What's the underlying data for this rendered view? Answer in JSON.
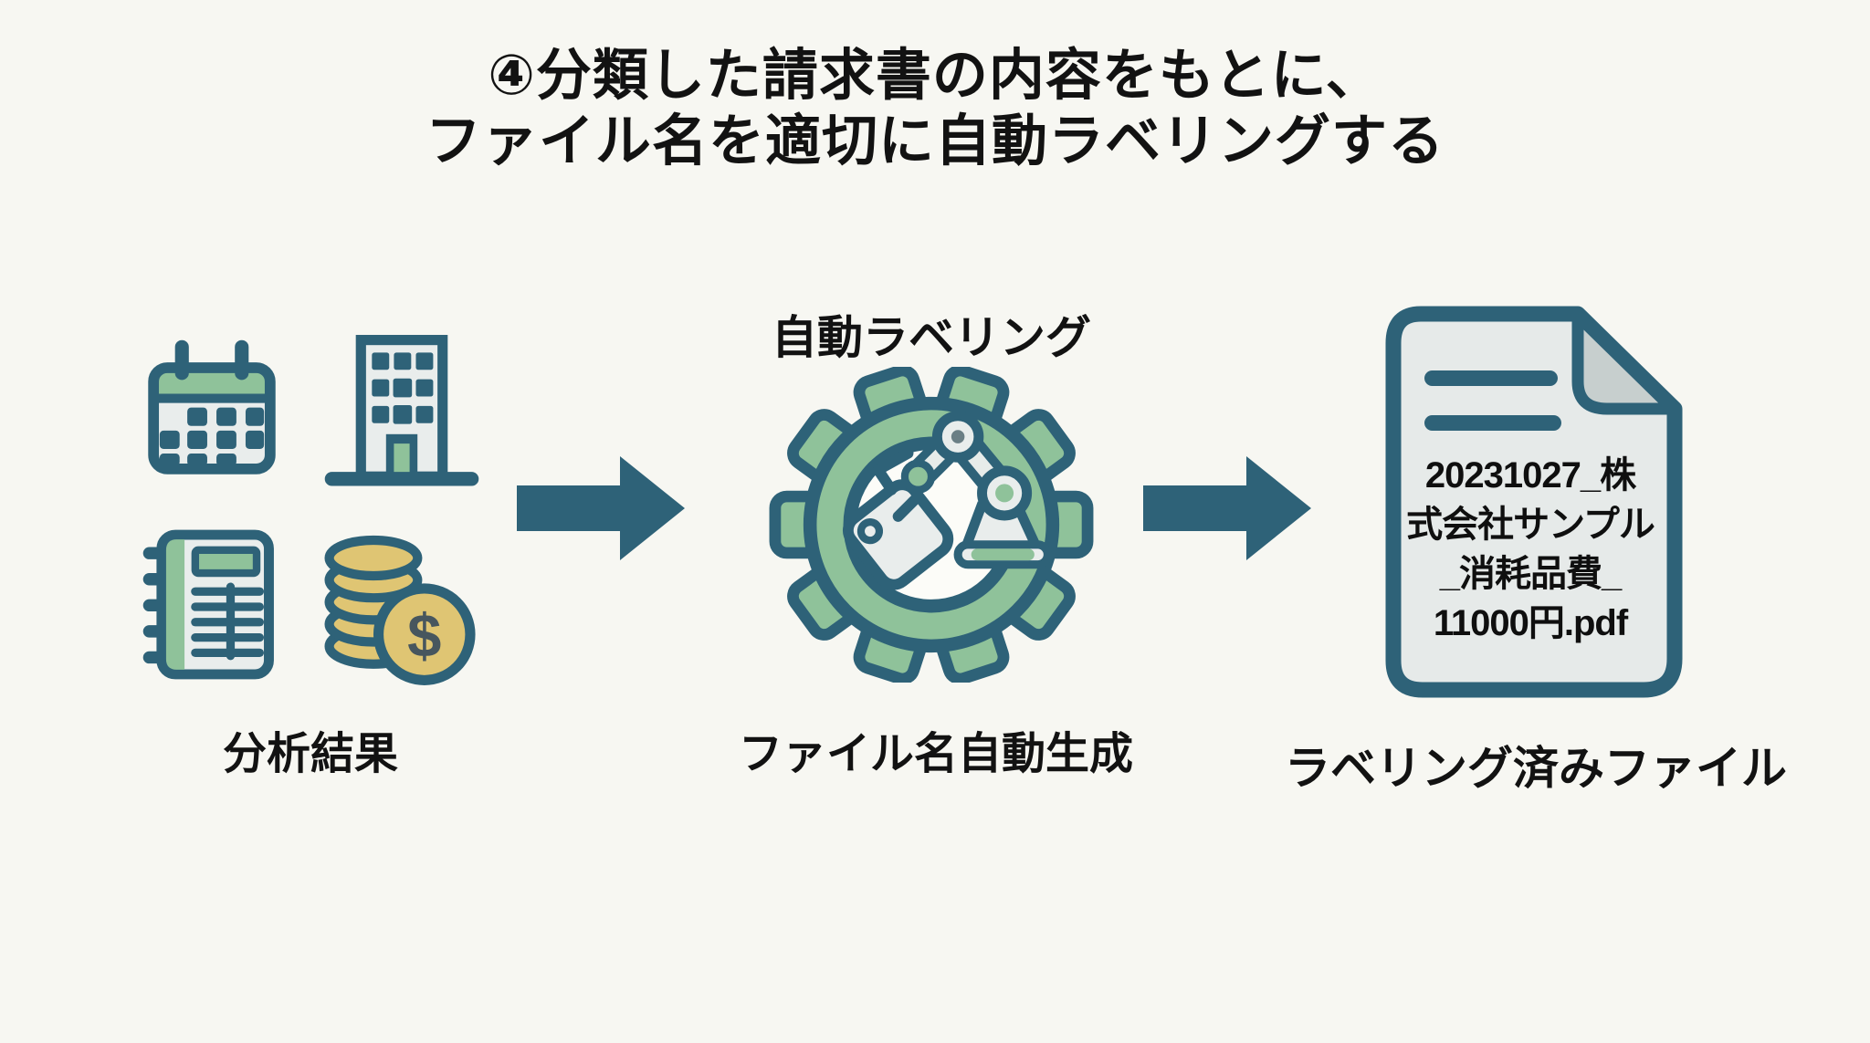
{
  "title": {
    "line1": "④分類した請求書の内容をもとに、",
    "line2": "ファイル名を適切に自動ラベリングする"
  },
  "flow": {
    "source": {
      "label": "分析結果",
      "icons": [
        "calendar-icon",
        "building-icon",
        "ledger-notebook-icon",
        "coins-icon"
      ],
      "coin_symbol": "$"
    },
    "process": {
      "label_top": "自動ラベリング",
      "label_bottom": "ファイル名自動生成",
      "icon": "gear-robot-arm-tag-icon"
    },
    "output": {
      "label": "ラベリング済みファイル",
      "icon": "labeled-document-icon",
      "filename_lines": [
        "20231027_株",
        "式会社サンプル",
        "_消耗品費_",
        "11000円.pdf"
      ]
    }
  },
  "colors": {
    "background": "#f7f7f2",
    "ink": "#2e6278",
    "green": "#8fc29a",
    "light_fill": "#e9edec",
    "gold": "#dfc573",
    "doc_fill": "#e6eae9",
    "fold_fill": "#c7cfce",
    "text": "#121212"
  }
}
